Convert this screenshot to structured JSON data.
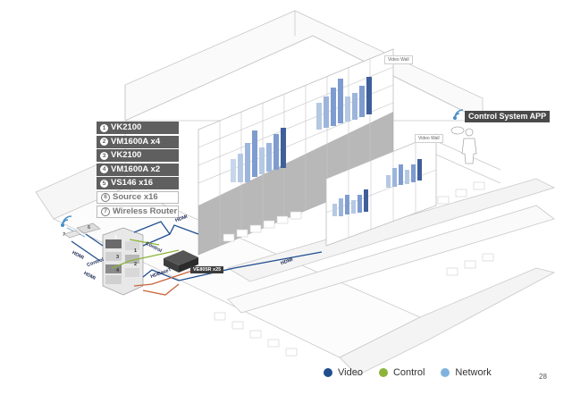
{
  "devices": [
    {
      "num": "1",
      "label": "VK2100",
      "style": "dark"
    },
    {
      "num": "2",
      "label": "VM1600A x4",
      "style": "dark"
    },
    {
      "num": "3",
      "label": "VK2100",
      "style": "dark"
    },
    {
      "num": "4",
      "label": "VM1600A x2",
      "style": "dark"
    },
    {
      "num": "5",
      "label": "VS146 x16",
      "style": "dark"
    },
    {
      "num": "6",
      "label": "Source x16",
      "style": "light"
    },
    {
      "num": "7",
      "label": "Wireless Router",
      "style": "light"
    }
  ],
  "labels": {
    "video_wall_main": "Video Wall",
    "video_wall_side": "Video Wall",
    "control_system_app": "Control System APP",
    "receiver": "VE805R x25",
    "hdmi_a": "HDMI",
    "hdmi_b": "HDMI",
    "hdmi_c": "HDMI",
    "hdmi_d": "HDMI",
    "hdbaset": "HDBaseT",
    "control_a": "Control",
    "control_b": "Control",
    "marker_6": "6",
    "marker_7": "7",
    "marker_5": "5",
    "marker_3": "3",
    "marker_4": "4",
    "marker_1": "1",
    "marker_2": "2"
  },
  "legend": [
    {
      "label": "Video",
      "color": "#1f4e8f"
    },
    {
      "label": "Control",
      "color": "#8cb43a"
    },
    {
      "label": "Network",
      "color": "#7fb3de"
    }
  ],
  "page_number": "28",
  "colors": {
    "video": "#1f4e8f",
    "control": "#8cb43a",
    "network": "#7fb3de",
    "hdbaset": "#c8643a",
    "outline": "#c9c9c9",
    "label_dark": "#5f5f5f"
  }
}
